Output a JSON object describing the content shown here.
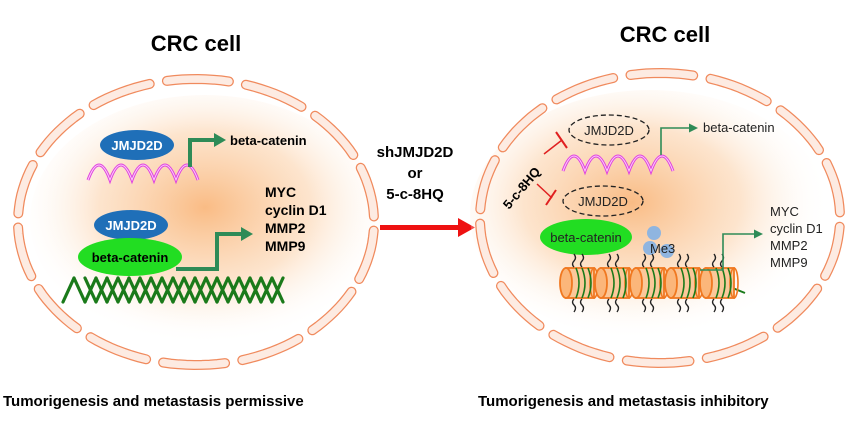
{
  "left_panel": {
    "title": "CRC cell",
    "jmjd2d_top": "JMJD2D",
    "beta_catenin_target": "beta-catenin",
    "jmjd2d_bottom": "JMJD2D",
    "beta_catenin_protein": "beta-catenin",
    "target_genes": [
      "MYC",
      "cyclin D1",
      "MMP2",
      "MMP9"
    ],
    "caption": "Tumorigenesis and metastasis permissive"
  },
  "treatment": {
    "lines": [
      "shJMJD2D",
      "or",
      "5-c-8HQ"
    ]
  },
  "right_panel": {
    "title": "CRC cell",
    "inhibitor_label": "5-c-8HQ",
    "jmjd2d_top": "JMJD2D",
    "beta_catenin_target": "beta-catenin",
    "jmjd2d_bottom": "JMJD2D",
    "beta_catenin_protein": "beta-catenin",
    "methyl_mark": "Me3",
    "target_genes": [
      "MYC",
      "cyclin D1",
      "MMP2",
      "MMP9"
    ],
    "caption": "Tumorigenesis and metastasis inhibitory"
  },
  "colors": {
    "membrane": "#f08a5d",
    "membrane_fill": "#fdebe2",
    "nucleus_glow": "#f9c08e",
    "jmjd2d": "#1f6fb8",
    "beta_catenin": "#22dd22",
    "arrow_green": "#2e8b57",
    "mrna": "#e040e0",
    "dna": "#1a7a1a",
    "treatment_arrow": "#ee1111",
    "inhibit": "#e02020",
    "methyl": "#8fb5e0",
    "nucleosome": "#f07820"
  }
}
